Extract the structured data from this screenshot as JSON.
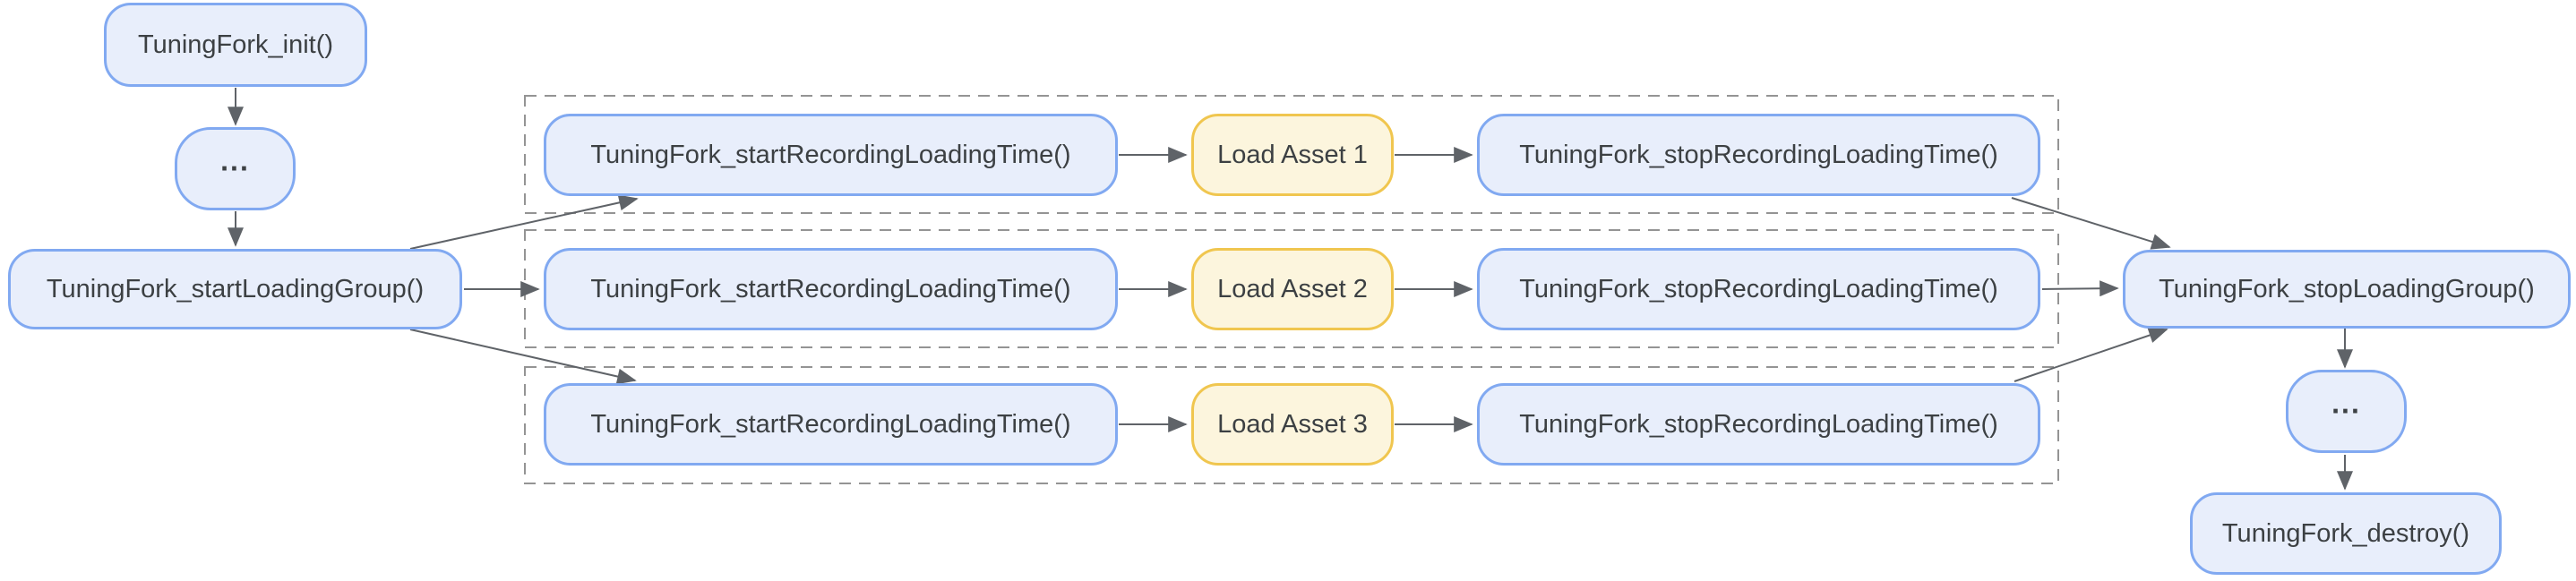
{
  "diagram": {
    "nodes": {
      "init": {
        "label": "TuningFork_init()"
      },
      "ellipsis_top": {
        "label": "..."
      },
      "start_loading_group": {
        "label": "TuningFork_startLoadingGroup()"
      },
      "stop_loading_group": {
        "label": "TuningFork_stopLoadingGroup()"
      },
      "ellipsis_bottom": {
        "label": "..."
      },
      "destroy": {
        "label": "TuningFork_destroy()"
      }
    },
    "asset_rows": [
      {
        "start": "TuningFork_startRecordingLoadingTime()",
        "asset": "Load Asset 1",
        "stop": "TuningFork_stopRecordingLoadingTime()"
      },
      {
        "start": "TuningFork_startRecordingLoadingTime()",
        "asset": "Load Asset 2",
        "stop": "TuningFork_stopRecordingLoadingTime()"
      },
      {
        "start": "TuningFork_startRecordingLoadingTime()",
        "asset": "Load Asset 3",
        "stop": "TuningFork_stopRecordingLoadingTime()"
      }
    ],
    "colors": {
      "node_fill": "#e8eefb",
      "node_border": "#81a9f1",
      "asset_fill": "#fcf5dd",
      "asset_border": "#f0c64f",
      "text": "#3c4043",
      "arrow": "#5f6368",
      "group_border": "#949494",
      "background": "#ffffff"
    }
  }
}
